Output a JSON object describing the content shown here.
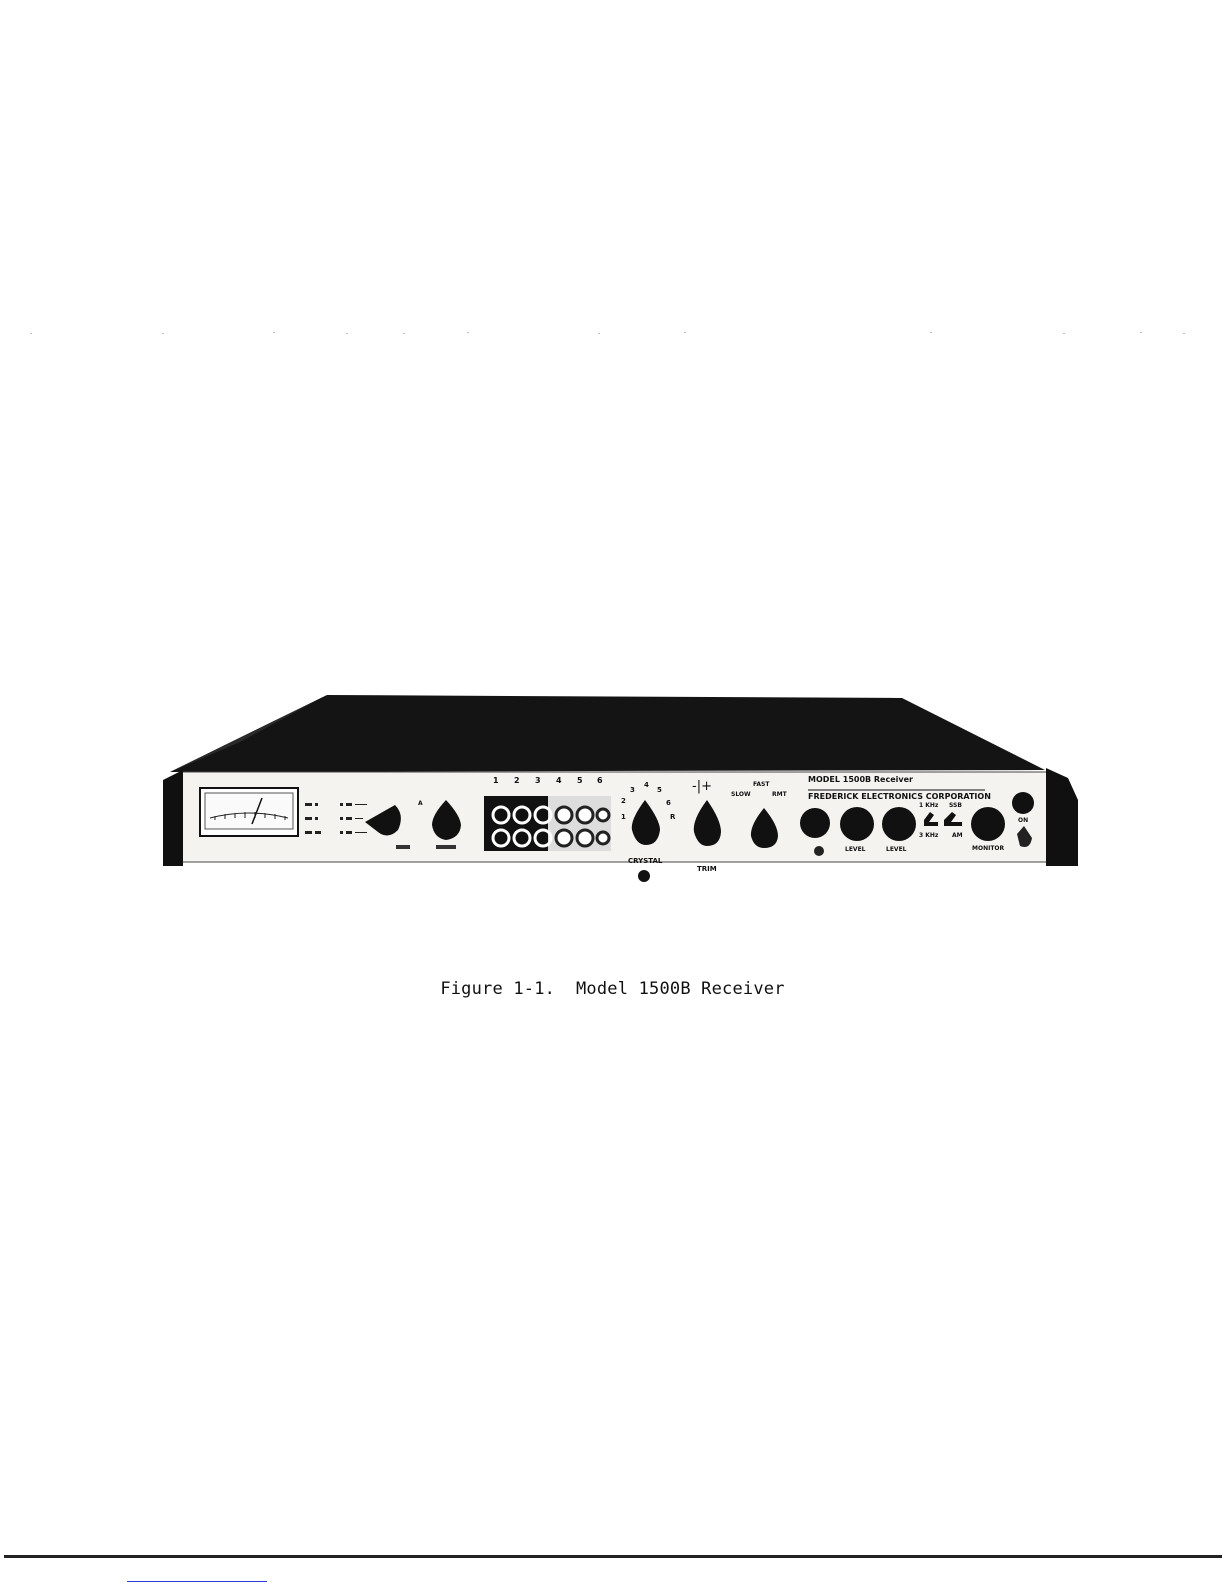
{
  "figure": {
    "caption": "Figure 1-1.  Model 1500B Receiver"
  },
  "panel": {
    "model_label": "MODEL 1500B Receiver",
    "maker_label": "FREDERICK ELECTRONICS CORPORATION",
    "channel_numbers": [
      "1",
      "2",
      "3",
      "4",
      "5",
      "6"
    ],
    "crystal_numbers": [
      "1",
      "2",
      "3",
      "4",
      "5",
      "6",
      "R"
    ],
    "crystal_label": "CRYSTAL",
    "minus_plus": "-|+",
    "trim_label": "TRIM",
    "speed_labels": {
      "fast": "FAST",
      "slow": "SLOW",
      "right": "RMT"
    },
    "level_labels": {
      "output": "LEVEL",
      "monitor": "LEVEL"
    },
    "switch_labels": {
      "a_top": "1 KHz",
      "a_bottom": "3 KHz",
      "b_top": "SSB",
      "b_bottom": "AM"
    },
    "monitor_label": "MONITOR",
    "on_label": "ON",
    "left_marker": "A"
  },
  "colors": {
    "ink": "#111111",
    "panel": "#f2f2ee",
    "case": "#161616"
  },
  "icons": [
    "meter-icon",
    "knob-icon",
    "toggle-switch-icon",
    "selector-cell-icon"
  ]
}
